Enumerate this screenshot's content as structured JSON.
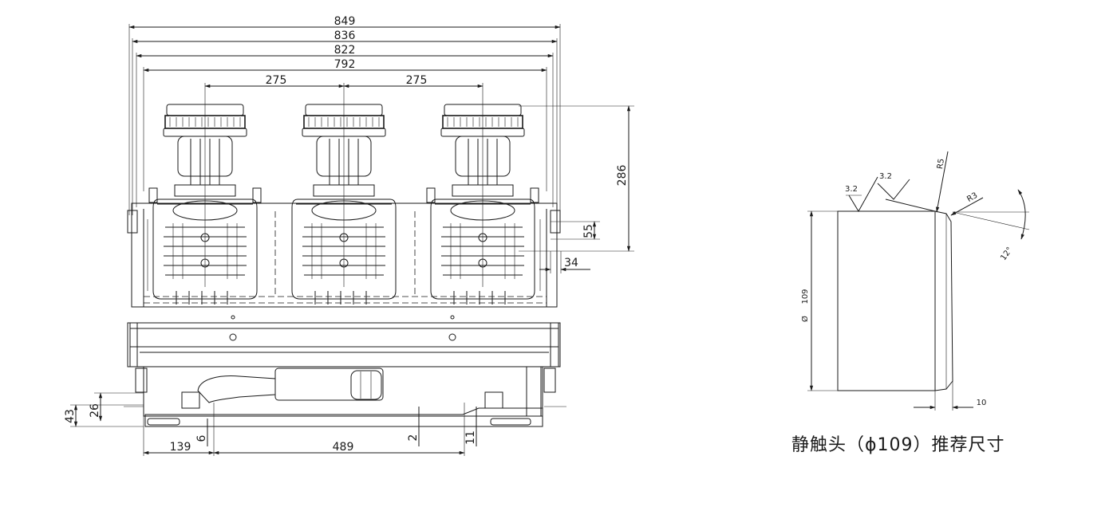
{
  "front_view": {
    "overall_widths": [
      "849",
      "836",
      "822",
      "792"
    ],
    "pole_spacings": [
      "275",
      "275"
    ],
    "height_286": "286",
    "dim_55": "55",
    "dim_34": "34",
    "dim_43": "43",
    "dim_26": "26",
    "dim_6": "6",
    "dim_139": "139",
    "dim_489": "489",
    "dim_2": "2",
    "dim_11": "11"
  },
  "contact_detail": {
    "chamfer_a": "3.2",
    "chamfer_b": "3.2",
    "radius_5": "R5",
    "radius_3": "R3",
    "angle": "12°",
    "diameter_symbol": "Ø",
    "diameter_value": "109",
    "offset_10": "10",
    "caption": "静触头（ϕ109）推荐尺寸"
  }
}
